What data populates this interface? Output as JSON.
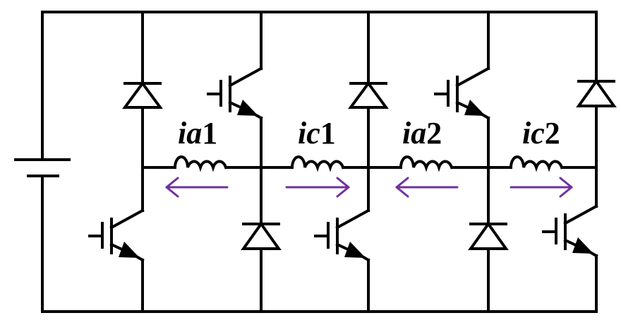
{
  "labels": {
    "ia1": {
      "sym": "i",
      "phase": "a",
      "num": "1"
    },
    "ic1": {
      "sym": "i",
      "phase": "c",
      "num": "1"
    },
    "ia2": {
      "sym": "i",
      "phase": "a",
      "num": "2"
    },
    "ic2": {
      "sym": "i",
      "phase": "c",
      "num": "2"
    }
  },
  "colors": {
    "wire": "#000000",
    "arrow": "#7030a0"
  },
  "current_directions": [
    "left",
    "right",
    "left",
    "right"
  ]
}
